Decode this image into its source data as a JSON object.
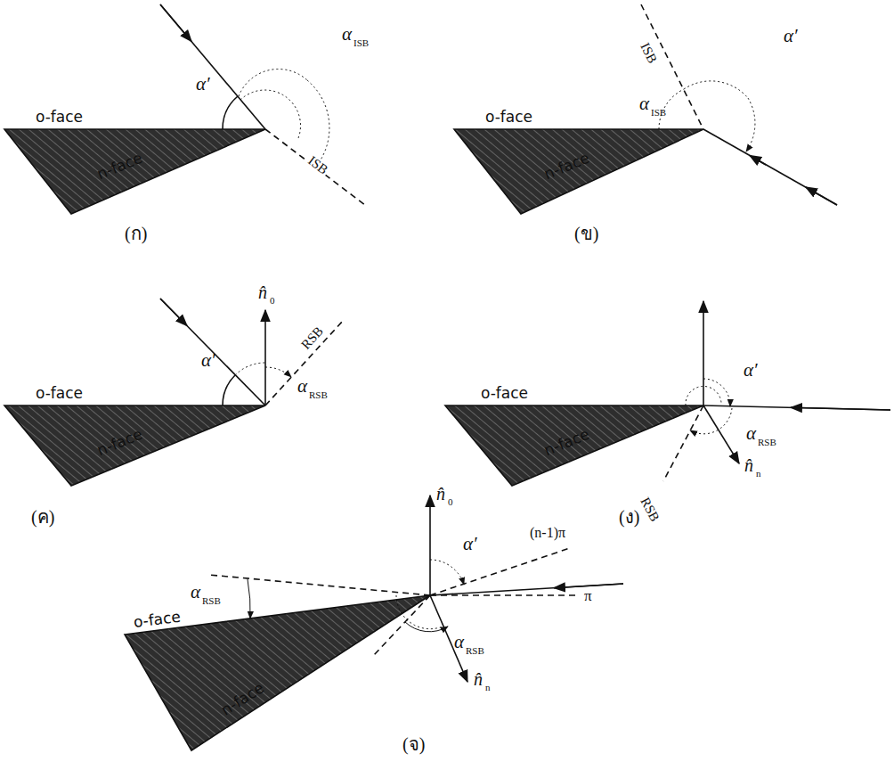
{
  "diagram": {
    "labels": [
      "o-face",
      "n-face",
      "α′",
      "α",
      "ISB",
      "ISB",
      "(ก)",
      "o-face",
      "n-face",
      "α",
      "ISB",
      "α′",
      "ISB",
      "(ข)",
      "n̂",
      "0",
      "RSB",
      "o-face",
      "n-face",
      "α′",
      "α",
      "RSB",
      "(ค)",
      "o-face",
      "n-face",
      "α′",
      "α",
      "RSB",
      "n̂",
      "n",
      "RSB",
      "(ง)",
      "n̂",
      "0",
      "α′",
      "(n-1)π",
      "π",
      "α",
      "RSB",
      "o-face",
      "α",
      "RSB",
      "n̂",
      "n",
      "n-face",
      "(จ)"
    ]
  }
}
